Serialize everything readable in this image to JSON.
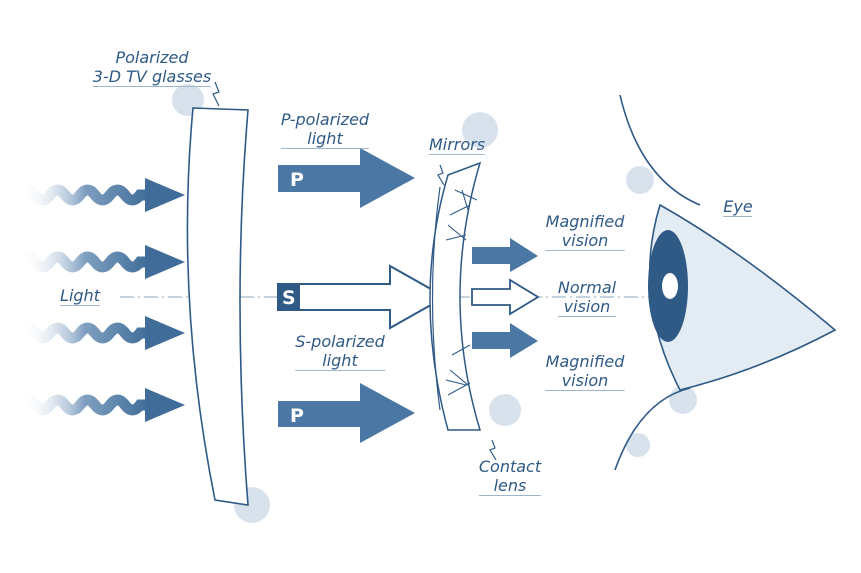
{
  "labels": {
    "glasses": [
      "Polarized",
      "3-D TV glasses"
    ],
    "p_light": [
      "P-polarized",
      "light"
    ],
    "mirrors": "Mirrors",
    "magnified_top": [
      "Magnified",
      "vision"
    ],
    "normal": [
      "Normal",
      "vision"
    ],
    "magnified_bottom": [
      "Magnified",
      "vision"
    ],
    "eye": "Eye",
    "light": "Light",
    "s_light": [
      "S-polarized",
      "light"
    ],
    "contact_lens": [
      "Contact",
      "lens"
    ]
  },
  "arrow_letters": {
    "p_top": "P",
    "s": "S",
    "p_bottom": "P"
  },
  "colors": {
    "ink": "#2f5a86",
    "fill": "#4a77a3",
    "wash": "#c7d6e6"
  }
}
